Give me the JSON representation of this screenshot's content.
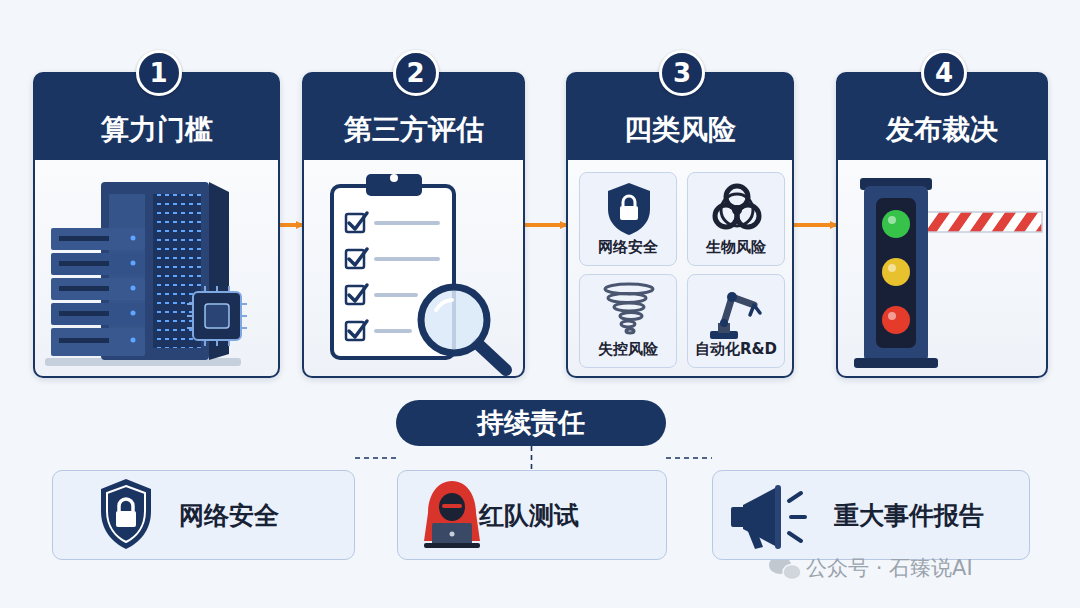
{
  "diagram": {
    "nodes": [
      {
        "text": [
          "算力门槛"
        ]
      },
      {
        "text": [
          "1"
        ],
        "in": 0
      },
      {
        "text": [
          "第三方评估"
        ]
      },
      {
        "text": [
          "2"
        ],
        "in": 2
      },
      {
        "text": [
          "四类风险"
        ]
      },
      {
        "text": [
          "3"
        ],
        "in": 4
      },
      {
        "text": [
          "网络安全"
        ],
        "in": 4
      },
      {
        "text": [
          "生物风险"
        ],
        "in": 4
      },
      {
        "text": [
          "失控风险"
        ],
        "in": 4
      },
      {
        "text": [
          "自动化R&D"
        ],
        "in": 4
      },
      {
        "text": [
          "发布裁决"
        ]
      },
      {
        "text": [
          "4"
        ],
        "in": 10
      },
      {
        "text": [
          "持续责任"
        ]
      },
      {
        "text": [
          "网络安全"
        ]
      },
      {
        "text": [
          "红队测试"
        ]
      },
      {
        "text": [
          "重大事件报告"
        ]
      }
    ],
    "edges": [
      {
        "from": 0,
        "to": 2,
        "arrow": "to"
      },
      {
        "from": 2,
        "to": 4,
        "arrow": "to"
      },
      {
        "from": 4,
        "to": 10,
        "arrow": "to"
      },
      {
        "from": 12,
        "to": 13,
        "arrow": "none"
      },
      {
        "from": 12,
        "to": 14,
        "arrow": "none"
      },
      {
        "from": 12,
        "to": 15,
        "arrow": "none"
      }
    ],
    "labels": [
      "公众号 · 石臻说AI"
    ]
  }
}
